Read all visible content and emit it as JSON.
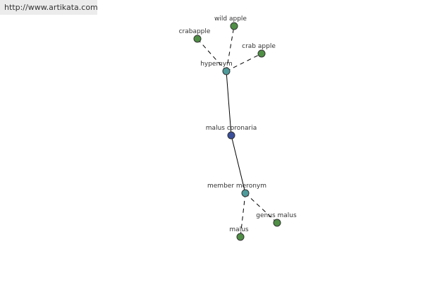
{
  "watermark": {
    "url": "http://www.artikata.com"
  },
  "colors": {
    "center": "#3b4f9a",
    "relation": "#4f9a9a",
    "leaf": "#4f8f45"
  },
  "graph": {
    "nodes": [
      {
        "id": "center",
        "label": "malus coronaria",
        "kind": "center"
      },
      {
        "id": "hypernym",
        "label": "hypernym",
        "kind": "relation"
      },
      {
        "id": "member-meronym",
        "label": "member meronym",
        "kind": "relation"
      },
      {
        "id": "wild-apple",
        "label": "wild apple",
        "kind": "leaf"
      },
      {
        "id": "crabapple",
        "label": "crabapple",
        "kind": "leaf"
      },
      {
        "id": "crab-apple",
        "label": "crab apple",
        "kind": "leaf"
      },
      {
        "id": "genus-malus",
        "label": "genus malus",
        "kind": "leaf"
      },
      {
        "id": "malus",
        "label": "malus",
        "kind": "leaf"
      }
    ],
    "edges": [
      {
        "from": "center",
        "to": "hypernym",
        "style": "solid"
      },
      {
        "from": "center",
        "to": "member-meronym",
        "style": "solid"
      },
      {
        "from": "hypernym",
        "to": "wild-apple",
        "style": "dashed"
      },
      {
        "from": "hypernym",
        "to": "crabapple",
        "style": "dashed"
      },
      {
        "from": "hypernym",
        "to": "crab-apple",
        "style": "dashed"
      },
      {
        "from": "member-meronym",
        "to": "genus-malus",
        "style": "dashed"
      },
      {
        "from": "member-meronym",
        "to": "malus",
        "style": "dashed"
      }
    ]
  }
}
